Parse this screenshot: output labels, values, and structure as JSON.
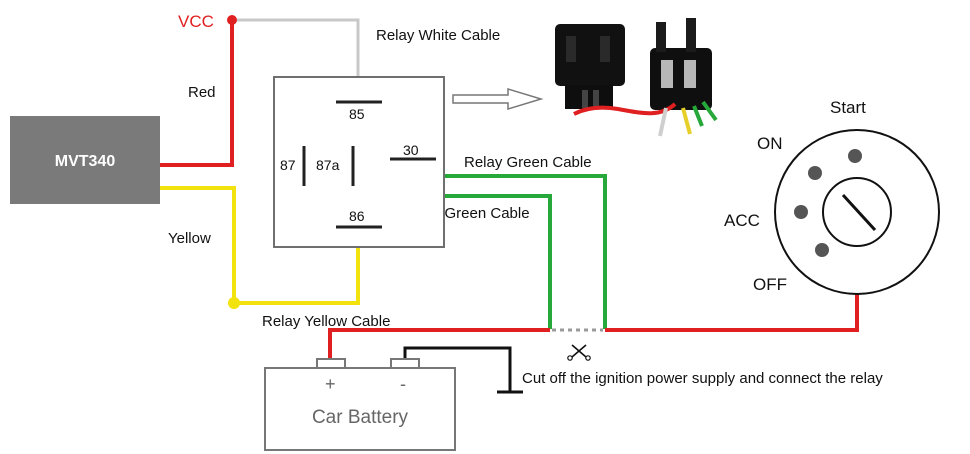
{
  "labels": {
    "vcc": "VCC",
    "device": "MVT340",
    "red": "Red",
    "yellow": "Yellow",
    "relay_white_cable": "Relay White Cable",
    "relay_green_cable_1": "Relay Green Cable",
    "relay_green_cable_2": "Relay Green Cable",
    "relay_yellow_cable": "Relay Yellow Cable",
    "pin_85": "85",
    "pin_87": "87",
    "pin_87a": "87a",
    "pin_30": "30",
    "pin_86": "86",
    "battery": "Car Battery",
    "battery_plus": "+",
    "battery_minus": "-",
    "cut_note": "Cut off the ignition power supply and connect the relay",
    "start": "Start",
    "on": "ON",
    "acc": "ACC",
    "off": "OFF"
  },
  "colors": {
    "red_wire": "#e02020",
    "yellow_wire": "#f2e20e",
    "green_wire": "#27a83a",
    "gray_wire": "#c8c8c8",
    "black_wire": "#111111",
    "device_fill": "#7a7a7a",
    "outline": "#6f6f6f"
  }
}
